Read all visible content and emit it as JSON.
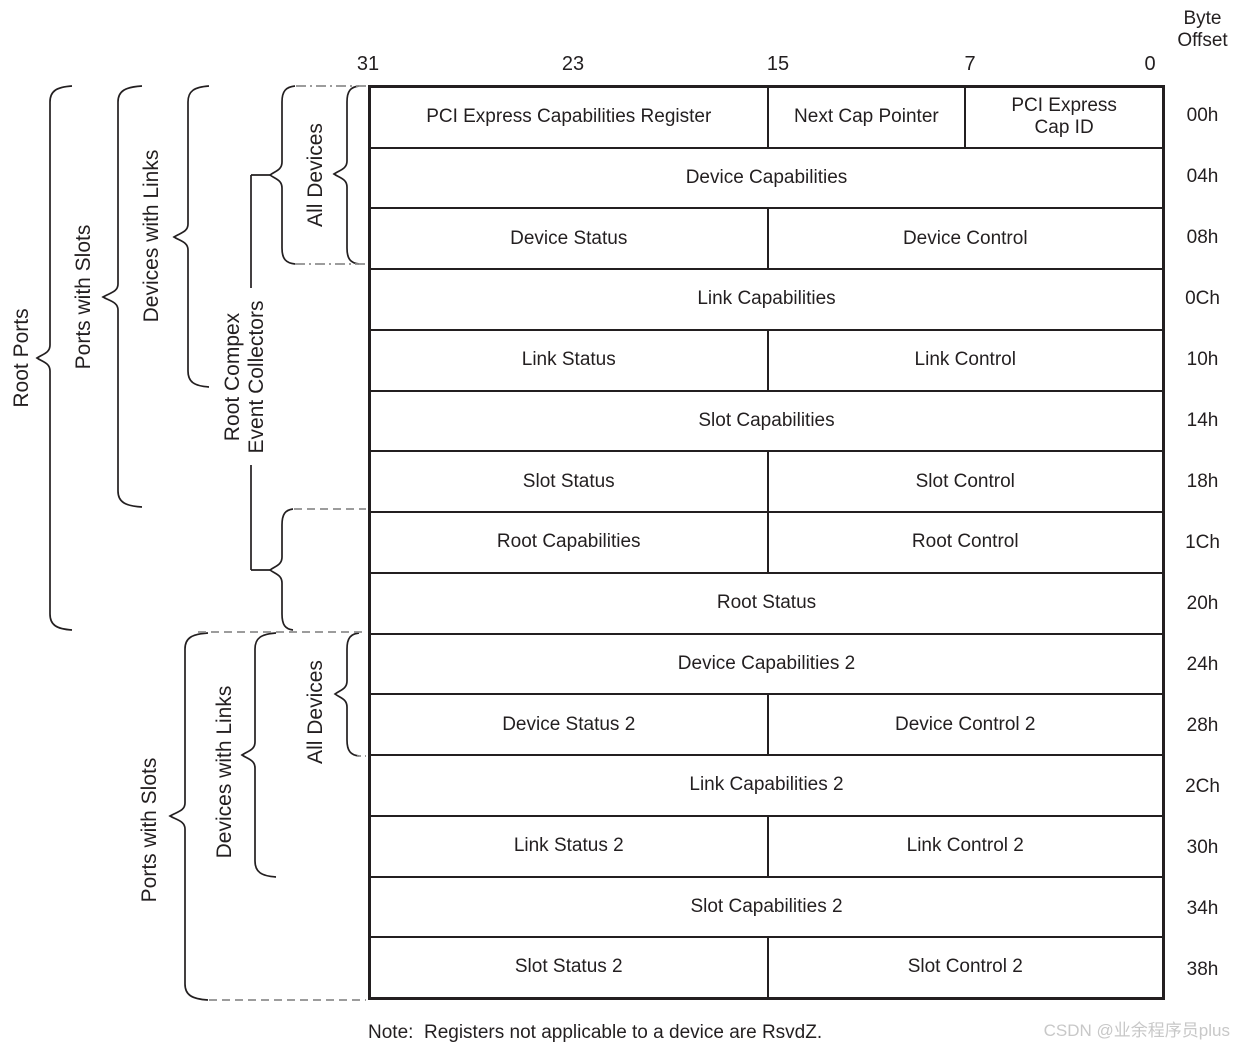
{
  "header": {
    "byte_offset_label": "Byte\nOffset",
    "bit_labels": [
      "31",
      "23",
      "15",
      "7",
      "0"
    ]
  },
  "register_table": {
    "rows": [
      {
        "offset": "00h",
        "cells": [
          {
            "label": "PCI Express Capabilities Register",
            "width": 50
          },
          {
            "label": "Next Cap Pointer",
            "width": 25
          },
          {
            "label": "PCI Express\nCap ID",
            "width": 25
          }
        ]
      },
      {
        "offset": "04h",
        "cells": [
          {
            "label": "Device Capabilities",
            "width": 100
          }
        ]
      },
      {
        "offset": "08h",
        "cells": [
          {
            "label": "Device Status",
            "width": 50
          },
          {
            "label": "Device Control",
            "width": 50
          }
        ]
      },
      {
        "offset": "0Ch",
        "cells": [
          {
            "label": "Link Capabilities",
            "width": 100
          }
        ]
      },
      {
        "offset": "10h",
        "cells": [
          {
            "label": "Link Status",
            "width": 50
          },
          {
            "label": "Link Control",
            "width": 50
          }
        ]
      },
      {
        "offset": "14h",
        "cells": [
          {
            "label": "Slot Capabilities",
            "width": 100
          }
        ]
      },
      {
        "offset": "18h",
        "cells": [
          {
            "label": "Slot Status",
            "width": 50
          },
          {
            "label": "Slot Control",
            "width": 50
          }
        ]
      },
      {
        "offset": "1Ch",
        "cells": [
          {
            "label": "Root Capabilities",
            "width": 50
          },
          {
            "label": "Root Control",
            "width": 50
          }
        ]
      },
      {
        "offset": "20h",
        "cells": [
          {
            "label": "Root Status",
            "width": 100
          }
        ]
      },
      {
        "offset": "24h",
        "cells": [
          {
            "label": "Device Capabilities 2",
            "width": 100
          }
        ]
      },
      {
        "offset": "28h",
        "cells": [
          {
            "label": "Device Status 2",
            "width": 50
          },
          {
            "label": "Device Control 2",
            "width": 50
          }
        ]
      },
      {
        "offset": "2Ch",
        "cells": [
          {
            "label": "Link Capabilities 2",
            "width": 100
          }
        ]
      },
      {
        "offset": "30h",
        "cells": [
          {
            "label": "Link Status 2",
            "width": 50
          },
          {
            "label": "Link Control 2",
            "width": 50
          }
        ]
      },
      {
        "offset": "34h",
        "cells": [
          {
            "label": "Slot Capabilities 2",
            "width": 100
          }
        ]
      },
      {
        "offset": "38h",
        "cells": [
          {
            "label": "Slot Status 2",
            "width": 50
          },
          {
            "label": "Slot Control 2",
            "width": 50
          }
        ]
      }
    ]
  },
  "group_labels": [
    {
      "id": "root-ports",
      "text": "Root Ports"
    },
    {
      "id": "ports-with-slots-top",
      "text": "Ports with Slots"
    },
    {
      "id": "devices-with-links-top",
      "text": "Devices with Links"
    },
    {
      "id": "all-devices-top",
      "text": "All Devices"
    },
    {
      "id": "root-complex-event-collectors",
      "text": "Root Compex\nEvent Collectors"
    },
    {
      "id": "ports-with-slots-bottom",
      "text": "Ports with Slots"
    },
    {
      "id": "devices-with-links-bottom",
      "text": "Devices with Links"
    },
    {
      "id": "all-devices-bottom",
      "text": "All Devices"
    }
  ],
  "note": "Note:  Registers not applicable to a device are RsvdZ.",
  "watermark": "CSDN @业余程序员plus",
  "colors": {
    "line": "#231f20",
    "dash": "#8f8f8f",
    "watermark": "#c8c8c8",
    "background": "#ffffff"
  }
}
